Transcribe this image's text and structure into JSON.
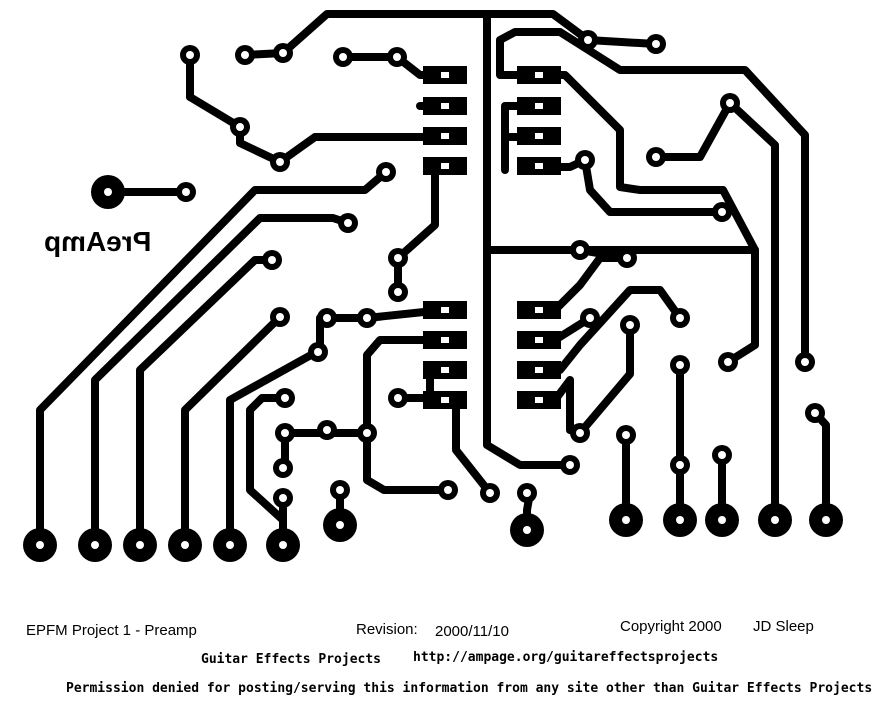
{
  "board": {
    "mirrored_label": "PreAmp",
    "trace_color": "#000000",
    "background_color": "#ffffff"
  },
  "footer": {
    "project": "EPFM Project 1 - Preamp",
    "revision_label": "Revision:",
    "revision_value": "2000/11/10",
    "copyright": "Copyright 2000",
    "author": "JD Sleep",
    "site_name": "Guitar Effects Projects",
    "site_url": "http://ampage.org/guitareffectsprojects",
    "permission": "Permission denied for posting/serving this information from any site other than Guitar Effects Projects"
  }
}
